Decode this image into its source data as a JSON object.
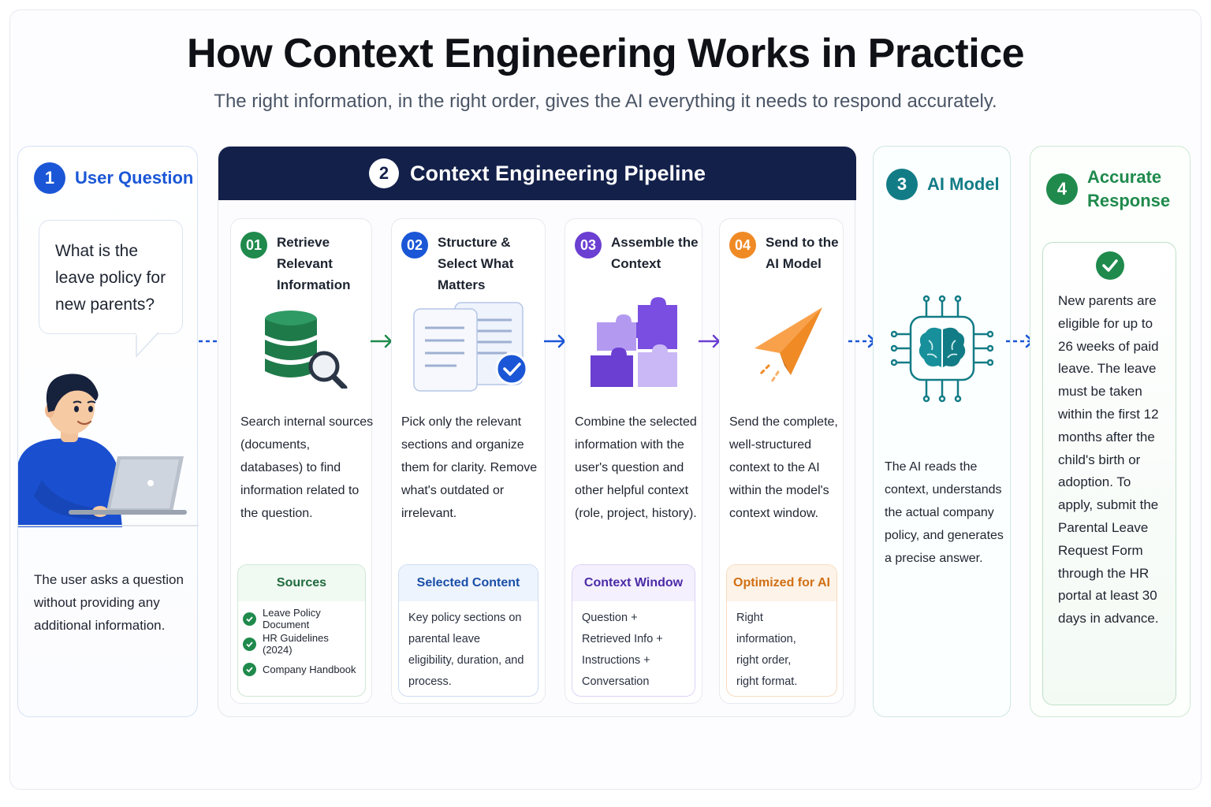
{
  "header": {
    "title": "How Context Engineering Works in Practice",
    "subtitle": "The right information, in the right order, gives the AI everything it needs to respond accurately."
  },
  "colors": {
    "blue": "#1a56d6",
    "navy": "#13204a",
    "green": "#1f8a4c",
    "purple": "#6b3fd1",
    "orange": "#ef8a25",
    "teal": "#127c86"
  },
  "user_question": {
    "number": "1",
    "label": "User Question",
    "question": "What is the leave policy for new parents?",
    "description": "The user asks a question without providing any additional information.",
    "icon": "person-laptop-icon"
  },
  "pipeline": {
    "number": "2",
    "label": "Context Engineering Pipeline",
    "steps": [
      {
        "number": "01",
        "title": "Retrieve Relevant Information",
        "icon": "database-search-icon",
        "description": "Search internal sources (documents, databases) to find information related to the question.",
        "sub_title": "Sources",
        "sub_items": [
          "Leave Policy Document",
          "HR Guidelines (2024)",
          "Company Handbook"
        ]
      },
      {
        "number": "02",
        "title": "Structure & Select What Matters",
        "icon": "document-check-icon",
        "description": "Pick only the relevant sections and organize them for clarity. Remove what's outdated or irrelevant.",
        "sub_title": "Selected Content",
        "sub_text": "Key policy sections on parental leave eligibility, duration, and process."
      },
      {
        "number": "03",
        "title": "Assemble the Context",
        "icon": "puzzle-icon",
        "description": "Combine the selected information with the user's question and other helpful context (role, project, history).",
        "sub_title": "Context Window",
        "sub_text": "Question + Retrieved Info + Instructions + Conversation History"
      },
      {
        "number": "04",
        "title": "Send to the AI Model",
        "icon": "paper-plane-icon",
        "description": "Send the complete, well-structured context to the AI within the model's context window.",
        "sub_title": "Optimized for AI",
        "sub_text": "Right information, right order, right format."
      }
    ]
  },
  "ai_model": {
    "number": "3",
    "label": "AI Model",
    "icon": "brain-chip-icon",
    "description": "The AI reads the context, understands the actual company policy, and generates a precise answer."
  },
  "response": {
    "number": "4",
    "label": "Accurate Response",
    "icon": "check-circle-icon",
    "text": "New parents are eligible for up to 26 weeks of paid leave. The leave must be taken within the first 12 months after the child's birth or adoption. To apply, submit the Parental Leave Request Form through the HR portal at least 30 days in advance."
  }
}
